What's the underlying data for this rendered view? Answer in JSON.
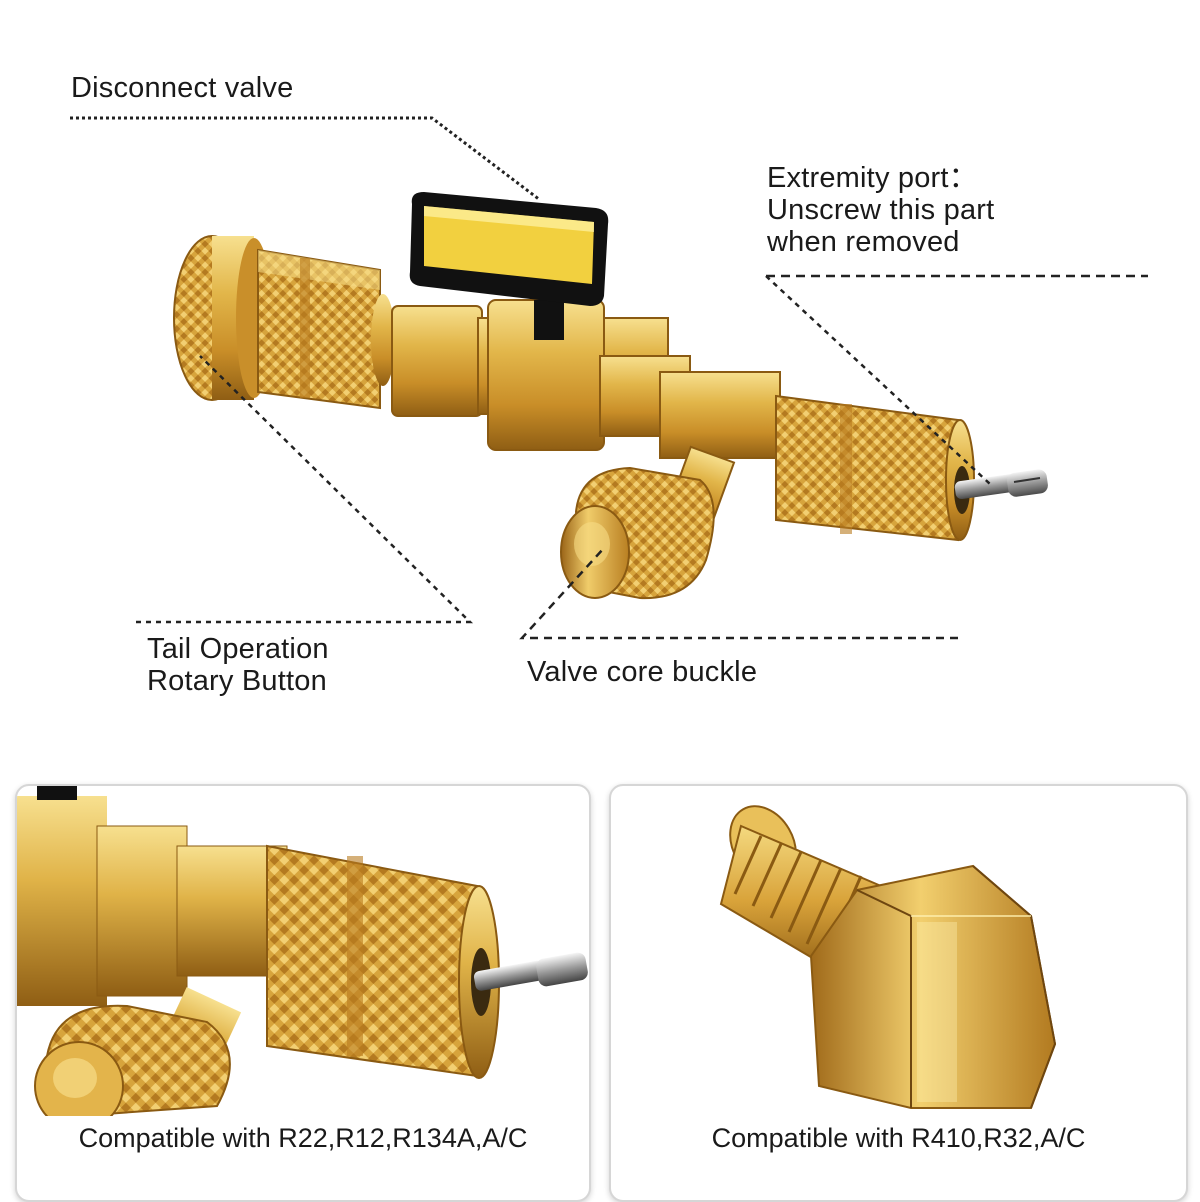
{
  "callouts": {
    "disconnect_valve": "Disconnect valve",
    "extremity_port": [
      "Extremity port：",
      "Unscrew this part",
      "when removed"
    ],
    "tail_operation": [
      "Tail Operation",
      "Rotary Button"
    ],
    "valve_core_buckle": "Valve core buckle"
  },
  "panels": {
    "left_caption": "Compatible with R22,R12,R134A,A/C",
    "right_caption": "Compatible with R410,R32,A/C"
  },
  "colors": {
    "brass": "#d9a93a",
    "brass_light": "#f3d57a",
    "brass_dark": "#a8731c",
    "handle": "#111111",
    "handle_insert": "#f2d03f"
  }
}
